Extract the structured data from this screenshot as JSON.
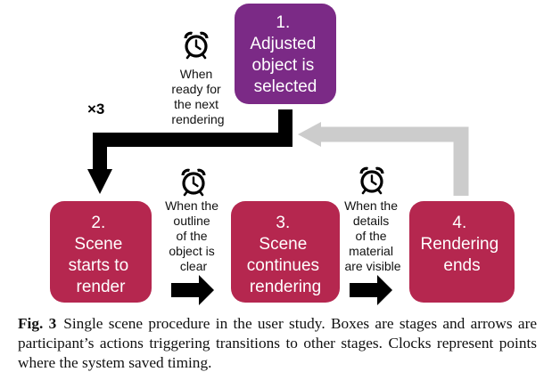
{
  "stages": [
    {
      "id": "stage-1",
      "lines": [
        "1.",
        "Adjusted",
        "object is",
        "selected"
      ]
    },
    {
      "id": "stage-2",
      "lines": [
        "2.",
        "Scene",
        "starts to",
        "render"
      ]
    },
    {
      "id": "stage-3",
      "lines": [
        "3.",
        "Scene",
        "continues",
        "rendering"
      ]
    },
    {
      "id": "stage-4",
      "lines": [
        "4.",
        "Rendering",
        "ends"
      ]
    }
  ],
  "triggers": {
    "next_rendering": [
      "When",
      "ready for",
      "the next",
      "rendering"
    ],
    "outline_clear": [
      "When the",
      "outline",
      "of the",
      "object is",
      "clear"
    ],
    "details_visible": [
      "When the",
      "details",
      "of the",
      "material",
      "are visible"
    ]
  },
  "repeat_label": "×3",
  "icons": {
    "timing": "alarm-clock-icon"
  },
  "colors": {
    "stage_1": "#7b2a86",
    "stage_other": "#b5274f",
    "arrow_main": "#000000",
    "arrow_return": "#cccccc"
  },
  "caption": {
    "label": "Fig. 3",
    "text": "Single scene procedure in the user study. Boxes are stages and arrows are participant’s actions triggering transitions to other stages. Clocks represent points where the system saved timing."
  }
}
